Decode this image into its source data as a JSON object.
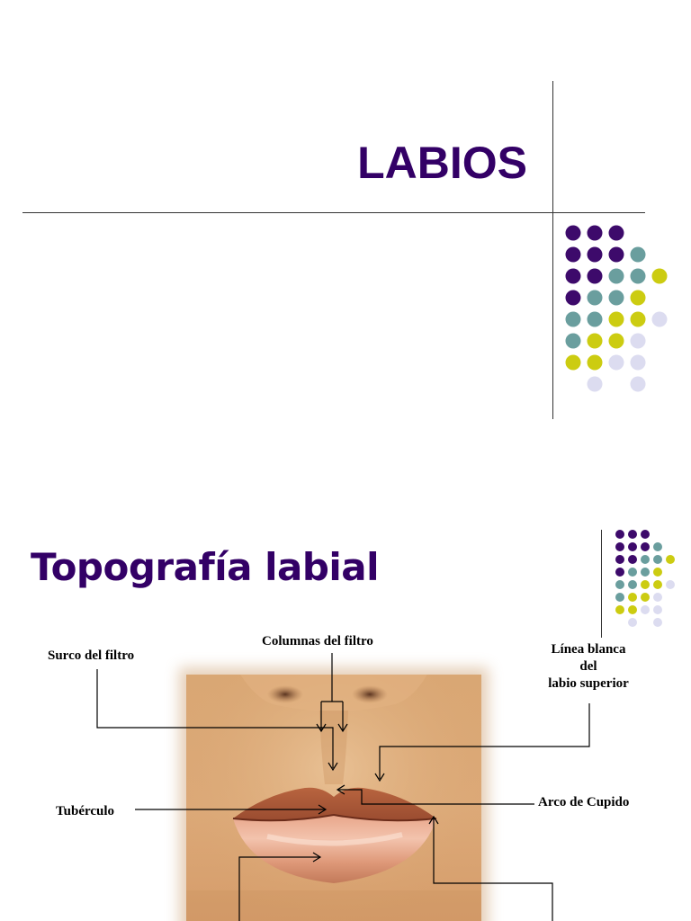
{
  "slide1": {
    "title": "LABIOS"
  },
  "slide2": {
    "title": "Topografía labial",
    "labels": {
      "surco": "Surco del filtro",
      "columnas": "Columnas del filtro",
      "linea_line1": "Línea blanca",
      "linea_line2": "del",
      "linea_line3": "labio superior",
      "tuberculo": "Tubérculo",
      "arco": "Arco de Cupido"
    }
  },
  "colors": {
    "title": "#330066",
    "dot_purple": "#3d0a6b",
    "dot_teal": "#6a9e9e",
    "dot_yellow": "#cccc11",
    "dot_lavender": "#dcdcf0"
  },
  "dot_pattern": [
    [
      "purple",
      "purple",
      "purple"
    ],
    [
      "purple",
      "purple",
      "purple",
      "teal"
    ],
    [
      "purple",
      "purple",
      "teal",
      "teal",
      "yellow"
    ],
    [
      "purple",
      "teal",
      "teal",
      "yellow"
    ],
    [
      "teal",
      "teal",
      "yellow",
      "yellow",
      "lavender"
    ],
    [
      "teal",
      "yellow",
      "yellow",
      "lavender"
    ],
    [
      "yellow",
      "yellow",
      "lavender",
      "lavender"
    ],
    [
      "",
      "lavender",
      "",
      "lavender"
    ]
  ]
}
